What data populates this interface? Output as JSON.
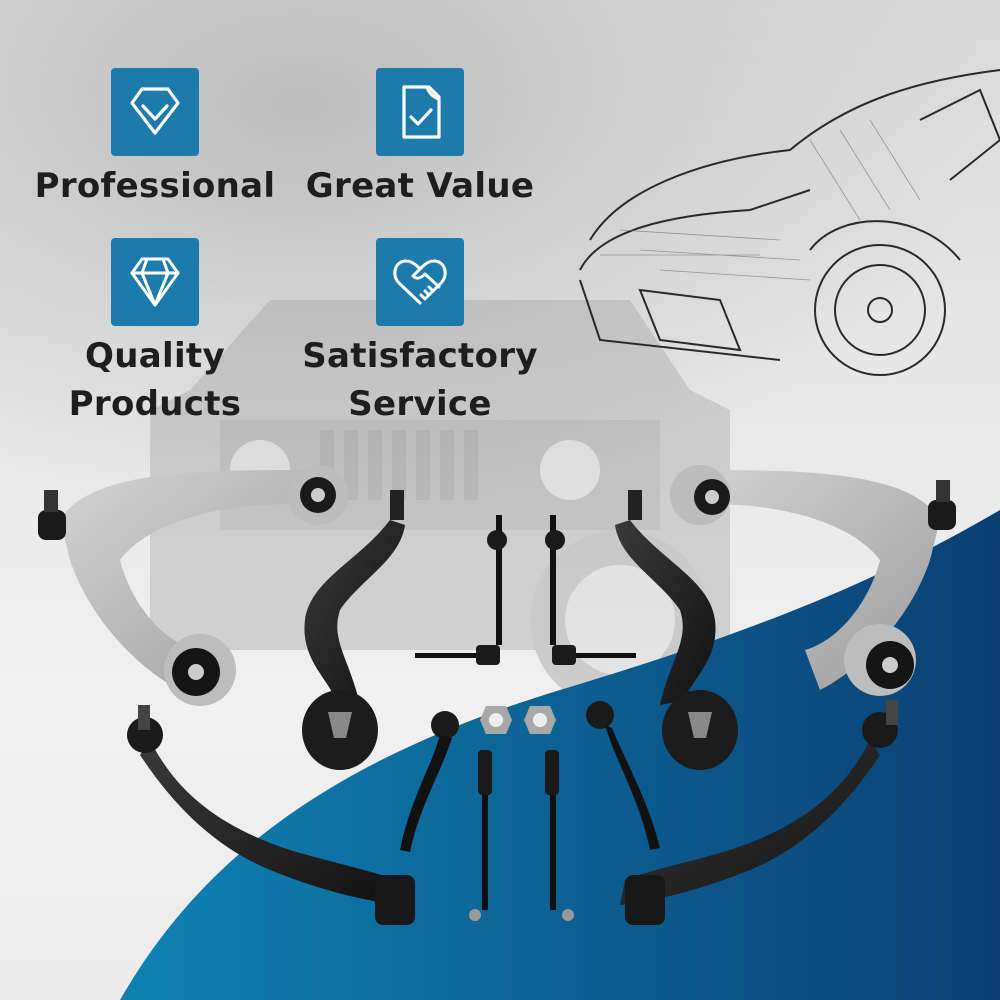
{
  "features": [
    {
      "label_lines": [
        "Professional"
      ],
      "icon": "shield-check-icon"
    },
    {
      "label_lines": [
        "Great Value"
      ],
      "icon": "document-check-icon"
    },
    {
      "label_lines": [
        "Quality",
        "Products"
      ],
      "icon": "diamond-icon"
    },
    {
      "label_lines": [
        "Satisfactory",
        "Service"
      ],
      "icon": "heart-handshake-icon"
    }
  ],
  "colors": {
    "icon_tile": "#1c7bab",
    "wave_light": "#0e82b4",
    "wave_dark": "#0b3f73",
    "text": "#1e1e1e"
  },
  "product": {
    "items": [
      "upper control arm (left)",
      "upper control arm (right)",
      "lower control arm (left)",
      "lower control arm (right)",
      "front lower arm (left)",
      "front lower arm (right)",
      "stabilizer link (left)",
      "stabilizer link (right)",
      "outer tie rod end (left)",
      "outer tie rod end (right)",
      "inner tie rod (left)",
      "inner tie rod (right)",
      "lock nut",
      "lock nut"
    ]
  }
}
